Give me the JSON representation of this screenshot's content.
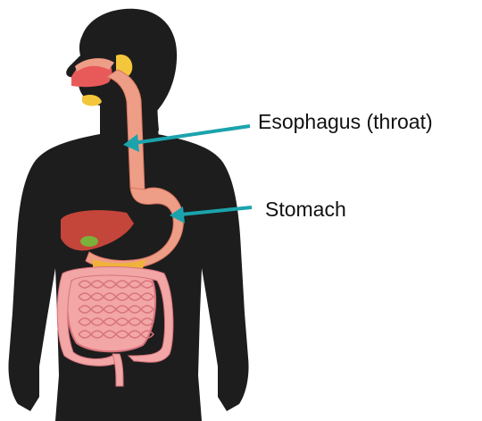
{
  "labels": {
    "esophagus": "Esophagus (throat)",
    "stomach": "Stomach"
  },
  "colors": {
    "silhouette": "#1d1d1d",
    "arrow": "#1ba3ad",
    "organ_tract": "#ee9e86",
    "organ_tract_dark": "#d9745f",
    "liver": "#c4453a",
    "intestine": "#f2a6a6",
    "intestine_outline": "#d8737c",
    "mouth": "#e85a5a",
    "salivary_gland": "#f4c63c",
    "pancreas": "#f0b23a",
    "gallbladder": "#7bb13a"
  },
  "icons": {
    "body": "human-silhouette",
    "esophagus_arrow": "arrow-left",
    "stomach_arrow": "arrow-left"
  }
}
